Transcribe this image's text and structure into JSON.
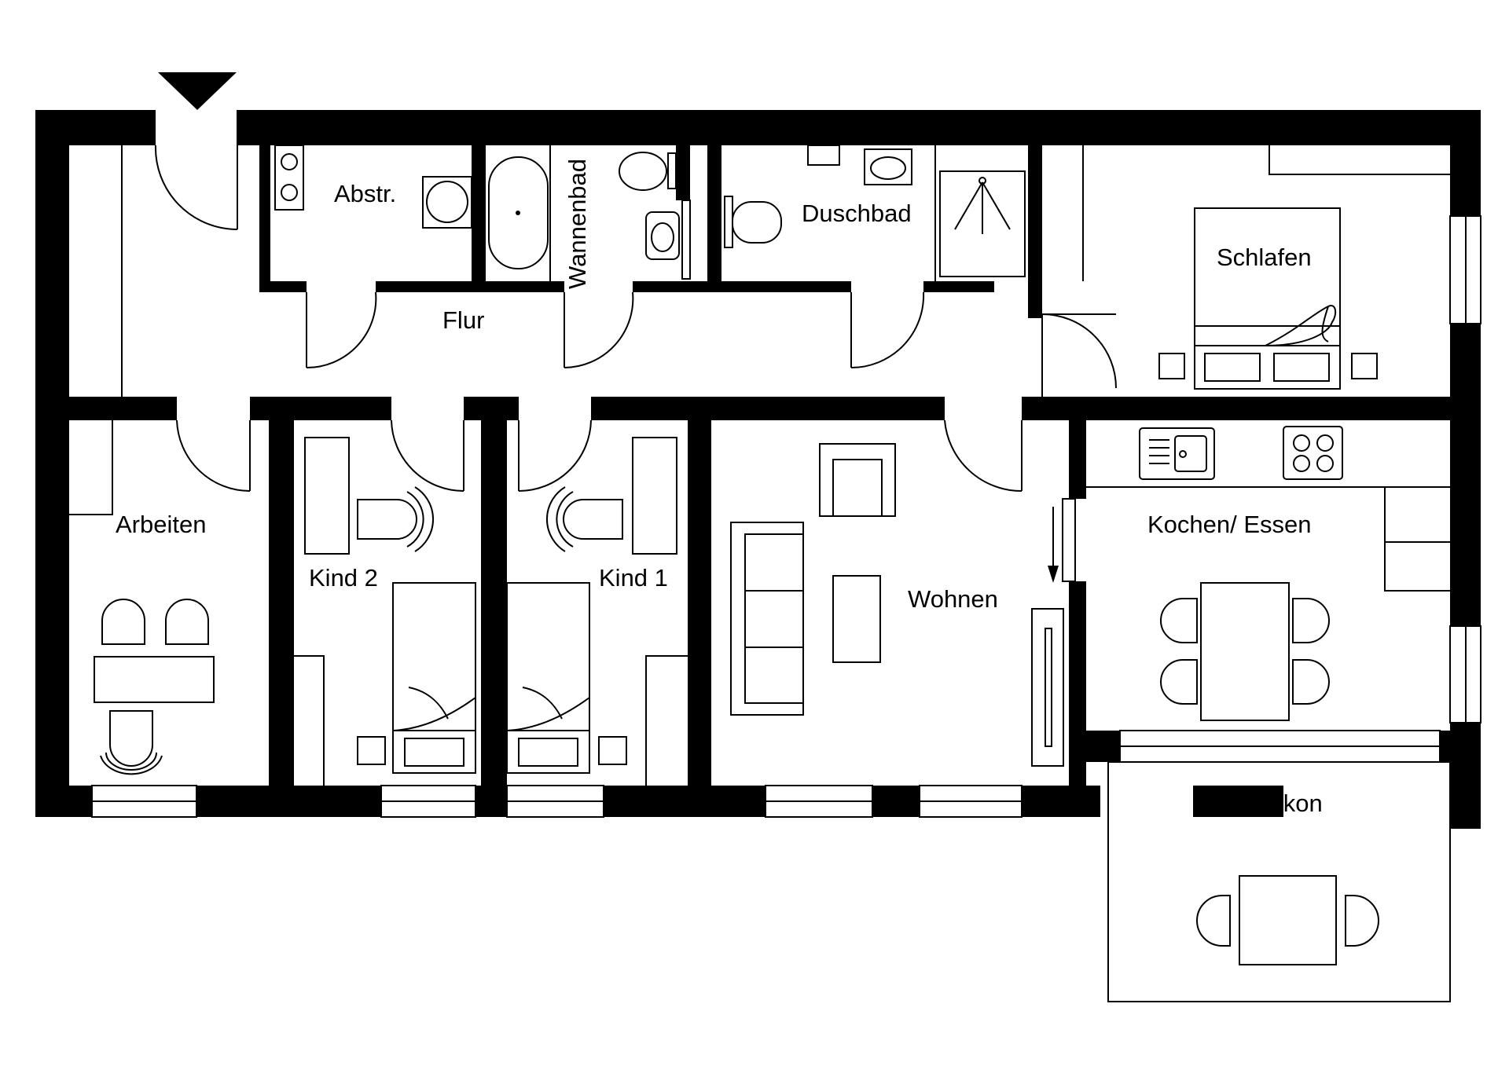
{
  "plan": {
    "rooms": [
      {
        "id": "abstr",
        "label": "Abstr."
      },
      {
        "id": "wannenbad",
        "label": "Wannenbad"
      },
      {
        "id": "duschbad",
        "label": "Duschbad"
      },
      {
        "id": "schlafen",
        "label": "Schlafen"
      },
      {
        "id": "flur",
        "label": "Flur"
      },
      {
        "id": "arbeiten",
        "label": "Arbeiten"
      },
      {
        "id": "kind2",
        "label": "Kind 2"
      },
      {
        "id": "kind1",
        "label": "Kind 1"
      },
      {
        "id": "wohnen",
        "label": "Wohnen"
      },
      {
        "id": "kochen",
        "label": "Kochen/ Essen"
      },
      {
        "id": "balkon",
        "label": "Balkon"
      }
    ],
    "wall_color": "#000000",
    "background_color": "#ffffff",
    "entrance_icon": "entrance-arrow-icon"
  }
}
